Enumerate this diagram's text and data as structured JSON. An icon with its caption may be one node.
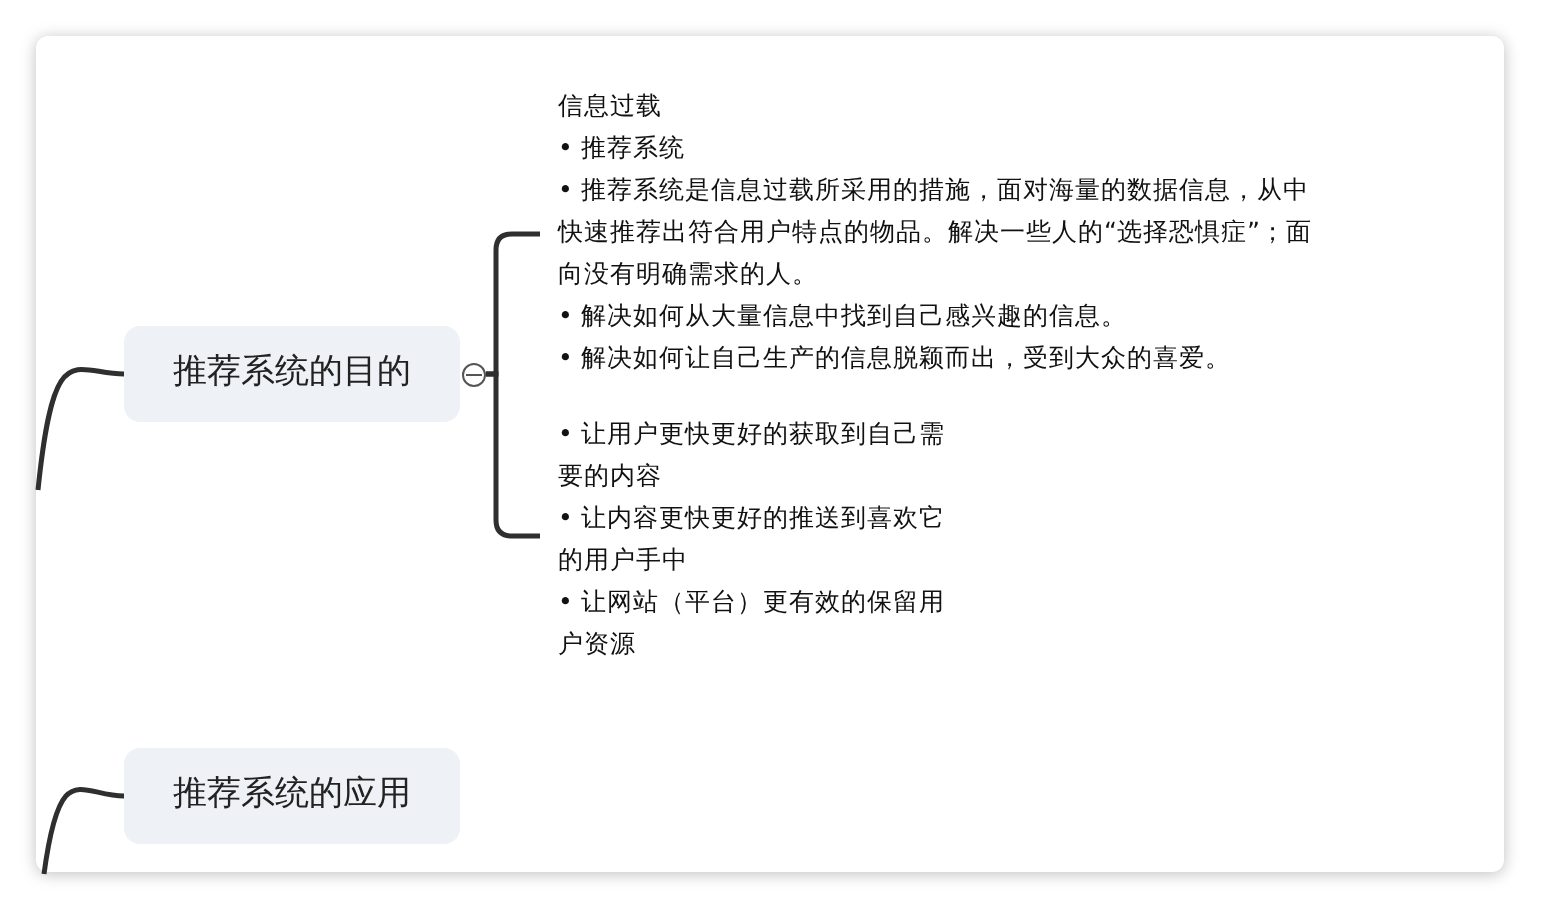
{
  "diagram": {
    "nodes": [
      {
        "text": [
          "推荐系统的目的"
        ]
      },
      {
        "text": [
          "信息过载",
          "• 推荐系统",
          "• 推荐系统是信息过载所采用的措施，面对海量的数据信息，从中快速推荐出符合用户特点的物品。解决一些人的“选择恐惧症”；面向没有明确需求的人。",
          "• 解决如何从大量信息中找到自己感兴趣的信息。",
          "• 解决如何让自己生产的信息脱颖而出，受到大众的喜爱。"
        ]
      },
      {
        "text": [
          "• 让用户更快更好的获取到自己需要的内容",
          "• 让内容更快更好的推送到喜欢它的用户手中",
          "• 让网站（平台）更有效的保留用户资源"
        ]
      },
      {
        "text": [
          "推荐系统的应用"
        ]
      }
    ],
    "edges": [
      {
        "from": null,
        "to": 0,
        "arrow": "none"
      },
      {
        "from": 0,
        "to": 1,
        "arrow": "none"
      },
      {
        "from": 0,
        "to": 2,
        "arrow": "none"
      },
      {
        "from": null,
        "to": 3,
        "arrow": "none"
      }
    ]
  }
}
